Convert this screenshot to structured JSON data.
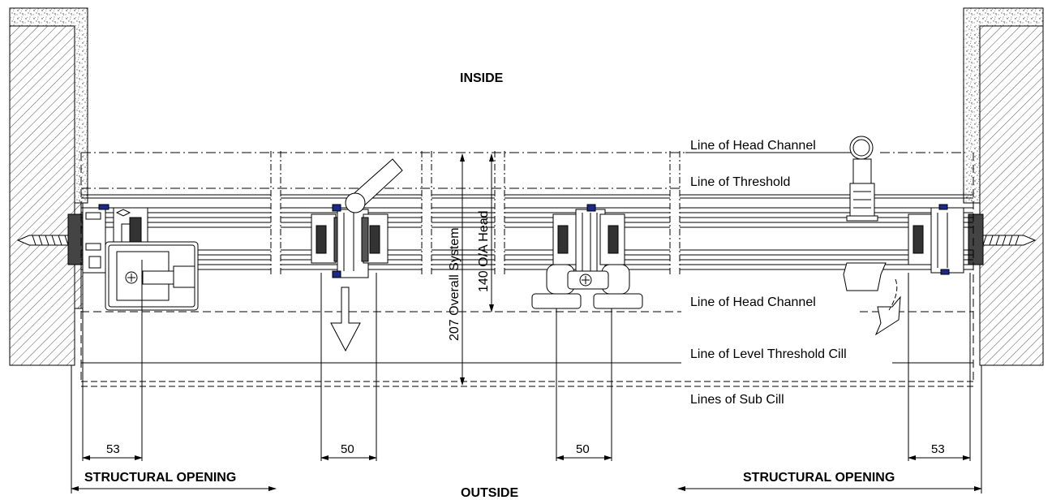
{
  "labels": {
    "inside": "INSIDE",
    "outside": "OUTSIDE",
    "head_channel_top": "Line of Head Channel",
    "threshold": "Line of Threshold",
    "head_channel_bottom": "Line of Head Channel",
    "level_threshold_cill": "Line of Level Threshold Cill",
    "sub_cill": "Lines of Sub Cill",
    "overall_system": "207 Overall System",
    "oa_head": "140 O/A Head",
    "structural_opening_left": "STRUCTURAL OPENING",
    "structural_opening_right": "STRUCTURAL OPENING"
  },
  "dimensions": {
    "left_end": "53",
    "left_panel": "50",
    "right_panel": "50",
    "right_end": "53"
  },
  "colors": {
    "line": "#000000",
    "seal": "#1a2a8a",
    "hatch": "#555555"
  }
}
